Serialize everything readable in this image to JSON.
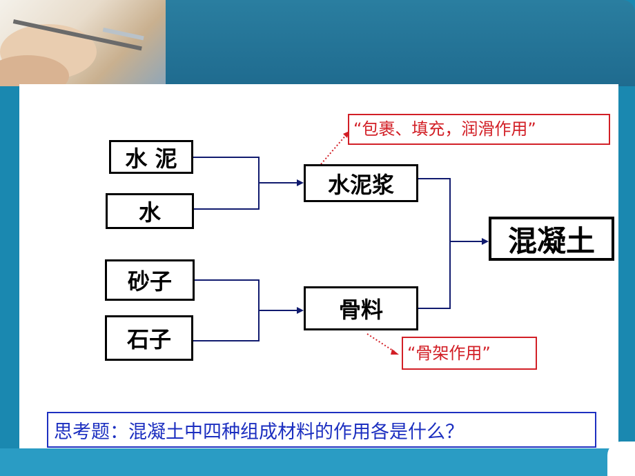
{
  "inputs": {
    "cement": "水 泥",
    "water": "水",
    "sand": "砂子",
    "stone": "石子"
  },
  "intermediate": {
    "cement_paste": "水泥浆",
    "aggregate": "骨料"
  },
  "output": {
    "concrete": "混凝土"
  },
  "notes": {
    "paste_role": "“包裹、填充，润滑作用”",
    "aggregate_role": "“骨架作用”"
  },
  "question": "思考题：混凝土中四种组成材料的作用各是什么？",
  "colors": {
    "connector": "#101a6e",
    "note": "#d21f26",
    "question": "#1c2fc0",
    "frame": "#1a88b0"
  }
}
